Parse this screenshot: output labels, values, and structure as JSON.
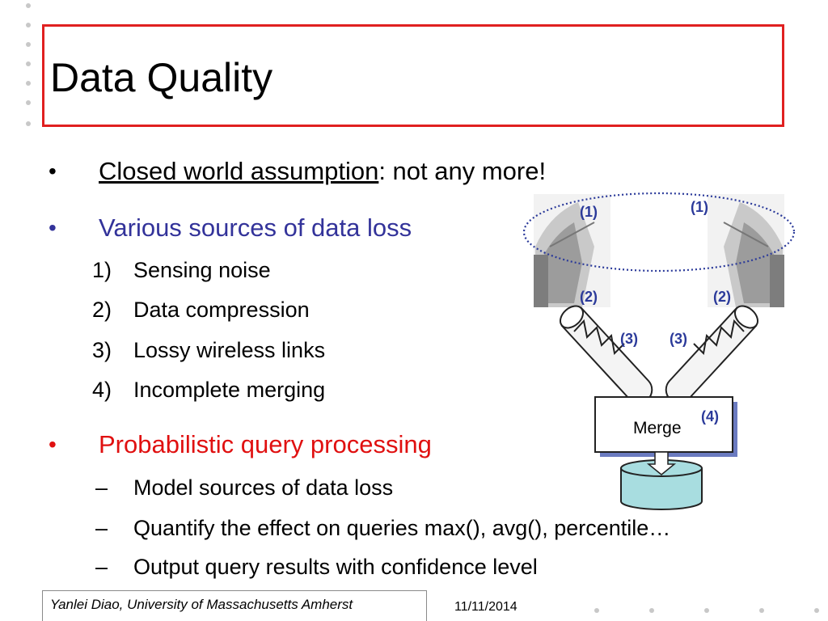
{
  "title": "Data Quality",
  "bullets": [
    {
      "prefix": "Closed world assumption",
      "suffix": ": not any more!",
      "color": "#000000"
    },
    {
      "text": "Various sources of data loss",
      "color": "#33339a"
    }
  ],
  "sources": [
    {
      "num": "1)",
      "text": "Sensing noise"
    },
    {
      "num": "2)",
      "text": "Data compression"
    },
    {
      "num": "3)",
      "text": "Lossy wireless links"
    },
    {
      "num": "4)",
      "text": "Incomplete merging"
    }
  ],
  "probabilistic": {
    "text": "Probabilistic query processing",
    "color": "#e01010"
  },
  "subitems": [
    {
      "dash": "–",
      "text": "Model sources of data loss"
    },
    {
      "dash": "–",
      "text": "Quantify the effect on queries max(), avg(), percentile…"
    },
    {
      "dash": "–",
      "text": "Output query results with confidence level"
    }
  ],
  "diagram": {
    "labels": {
      "l1": "(1)",
      "l2": "(2)",
      "l3": "(3)",
      "l4": "(4)"
    },
    "merge_label": "Merge"
  },
  "footer": {
    "author": "Yanlei Diao, University of Massachusetts Amherst",
    "date": "11/11/2014"
  },
  "colors": {
    "title_border": "#e02020",
    "label_blue": "#2b3a9a",
    "database": "#a8dde0",
    "ellipse": "#2b3a9a"
  }
}
